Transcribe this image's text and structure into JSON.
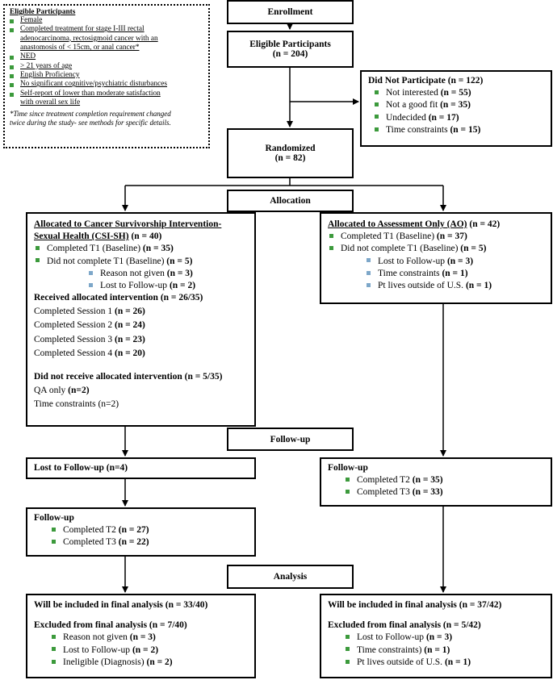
{
  "eligibility": {
    "title": "Eligible Participants",
    "criteria": [
      "Female",
      "Completed treatment for stage I-III rectal adenocarcinoma, rectosigmoid cancer with an anastomosis of < 15cm, or anal cancer*",
      "NED",
      "> 21 years of age",
      "English Proficiency",
      "No significant cognitive/psychiatric disturbances",
      "Self-report of lower than moderate satisfaction with overall sex life"
    ],
    "criteria_lines": [
      [
        "Female"
      ],
      [
        "Completed treatment for stage I-III rectal",
        "adenocarcinoma, rectosigmoid cancer with an",
        "anastomosis of < 15cm, or anal cancer*"
      ],
      [
        "NED"
      ],
      [
        "> 21 years of age"
      ],
      [
        "English Proficiency"
      ],
      [
        "No significant cognitive/psychiatric disturbances"
      ],
      [
        "Self-report of lower than moderate satisfaction",
        "with overall sex life"
      ]
    ],
    "note": "*Time since treatment completion requirement changed twice during the study- see methods for specific details.",
    "note_lines": [
      "*Time since treatment completion requirement changed",
      "twice during the study- see methods for specific details."
    ]
  },
  "stages": {
    "enrollment": "Enrollment",
    "allocation": "Allocation",
    "followup": "Follow-up",
    "analysis": "Analysis"
  },
  "eligible": {
    "label": "Eligible Participants",
    "n": "(n = 204)"
  },
  "not_participate": {
    "label": "Did Not Participate",
    "n": "(n = 122)",
    "items": [
      {
        "label": "Not interested",
        "n": "(n = 55)"
      },
      {
        "label": "Not a good fit",
        "n": "(n = 35)"
      },
      {
        "label": "Undecided",
        "n": "(n = 17)"
      },
      {
        "label": "Time constraints",
        "n": "(n = 15)"
      }
    ]
  },
  "randomized": {
    "label": "Randomized",
    "n": "(n = 82)"
  },
  "csi": {
    "title_line1": "Allocated to Cancer Survivorship Intervention-",
    "title_line2": "Sexual Health (CSI-SH)",
    "n": "(n = 40)",
    "completed_t1": {
      "label": "Completed T1 (Baseline)",
      "n": "(n = 35)"
    },
    "not_completed_t1": {
      "label": "Did not complete T1 (Baseline)",
      "n": "(n = 5)"
    },
    "reasons": [
      {
        "label": "Reason not given",
        "n": "(n = 3)"
      },
      {
        "label": "Lost to Follow-up",
        "n": "(n = 2)"
      }
    ],
    "received": {
      "label": "Received allocated intervention",
      "n": "(n = 26/35)"
    },
    "sessions": [
      {
        "label": "Completed Session 1",
        "n": "(n = 26)"
      },
      {
        "label": "Completed Session 2",
        "n": "(n = 24)"
      },
      {
        "label": "Completed Session 3",
        "n": "(n = 23)"
      },
      {
        "label": "Completed Session 4",
        "n": "(n = 20)"
      }
    ],
    "not_received": {
      "label": "Did not receive allocated intervention",
      "n": "(n = 5/35)"
    },
    "qa_only": {
      "label": "QA only",
      "n": "(n=2)"
    },
    "time_constraints": "Time constraints (n=2)"
  },
  "ao": {
    "title": "Allocated to Assessment Only (AO)",
    "n": "(n = 42)",
    "completed_t1": {
      "label": "Completed T1 (Baseline)",
      "n": "(n = 37)"
    },
    "not_completed_t1": {
      "label": "Did not complete T1 (Baseline)",
      "n": "(n = 5)"
    },
    "reasons": [
      {
        "label": "Lost to Follow-up",
        "n": "(n = 3)"
      },
      {
        "label": "Time constraints",
        "n": "(n = 1)"
      },
      {
        "label": "Pt lives outside of U.S.",
        "n": "(n = 1)"
      }
    ]
  },
  "csi_lost": {
    "label": "Lost to Follow-up (n=4)"
  },
  "csi_followup": {
    "title": "Follow-up",
    "items": [
      {
        "label": "Completed T2",
        "n": "(n = 27)"
      },
      {
        "label": "Completed T3",
        "n": "(n = 22)"
      }
    ]
  },
  "ao_followup": {
    "title": "Follow-up",
    "items": [
      {
        "label": "Completed T2",
        "n": "(n = 35)"
      },
      {
        "label": "Completed T3",
        "n": "(n = 33)"
      }
    ]
  },
  "csi_analysis": {
    "included": {
      "label": "Will be included in final analysis",
      "n": "(n = 33/40)"
    },
    "excluded": {
      "label": "Excluded from final analysis",
      "n": "(n = 7/40)"
    },
    "items": [
      {
        "label": "Reason not given",
        "n": "(n = 3)"
      },
      {
        "label": "Lost to Follow-up",
        "n": "(n = 2)"
      },
      {
        "label": "Ineligible (Diagnosis)",
        "n": "(n = 2)"
      }
    ]
  },
  "ao_analysis": {
    "included": {
      "label": "Will be included in final analysis",
      "n": "(n = 37/42)"
    },
    "excluded": {
      "label": "Excluded from final analysis",
      "n": "(n = 5/42)"
    },
    "items": [
      {
        "label": "Lost to Follow-up",
        "n": "(n = 3)"
      },
      {
        "label": "Time constraints)",
        "n": "(n = 1)"
      },
      {
        "label": "Pt lives outside of U.S.",
        "n": "(n = 1)"
      }
    ]
  },
  "colors": {
    "bullet": "#3c9a3c",
    "subbullet": "#7da7c9",
    "border": "#000000"
  }
}
